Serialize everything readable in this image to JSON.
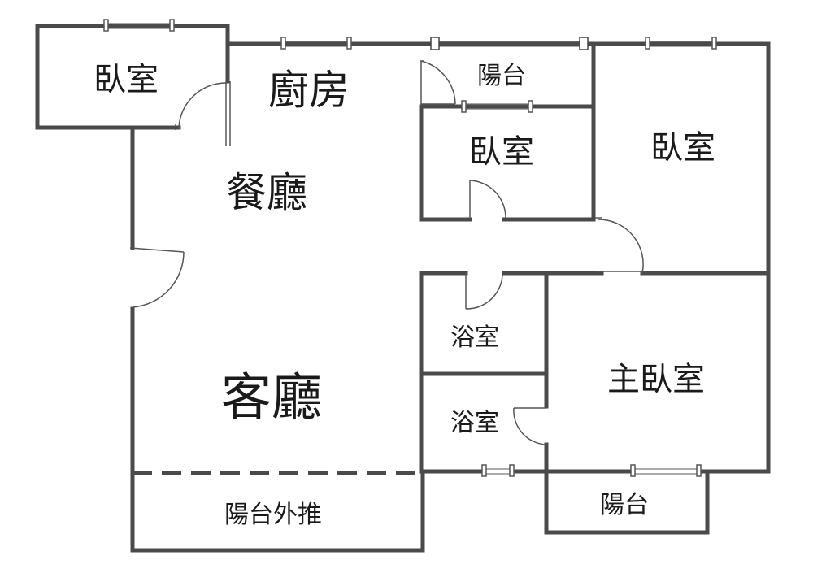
{
  "rooms": {
    "bedroom_nw": "臥室",
    "kitchen": "廚房",
    "balcony_north": "陽台",
    "bedroom_center": "臥室",
    "bedroom_ne": "臥室",
    "dining": "餐廳",
    "bath_upper": "浴室",
    "living": "客廳",
    "bath_lower": "浴室",
    "master_bedroom": "主臥室",
    "balcony_extension": "陽台外推",
    "balcony_south": "陽台"
  },
  "colors": {
    "wall": "#4a4a4a",
    "background": "#ffffff",
    "text": "#1a1a1a"
  }
}
